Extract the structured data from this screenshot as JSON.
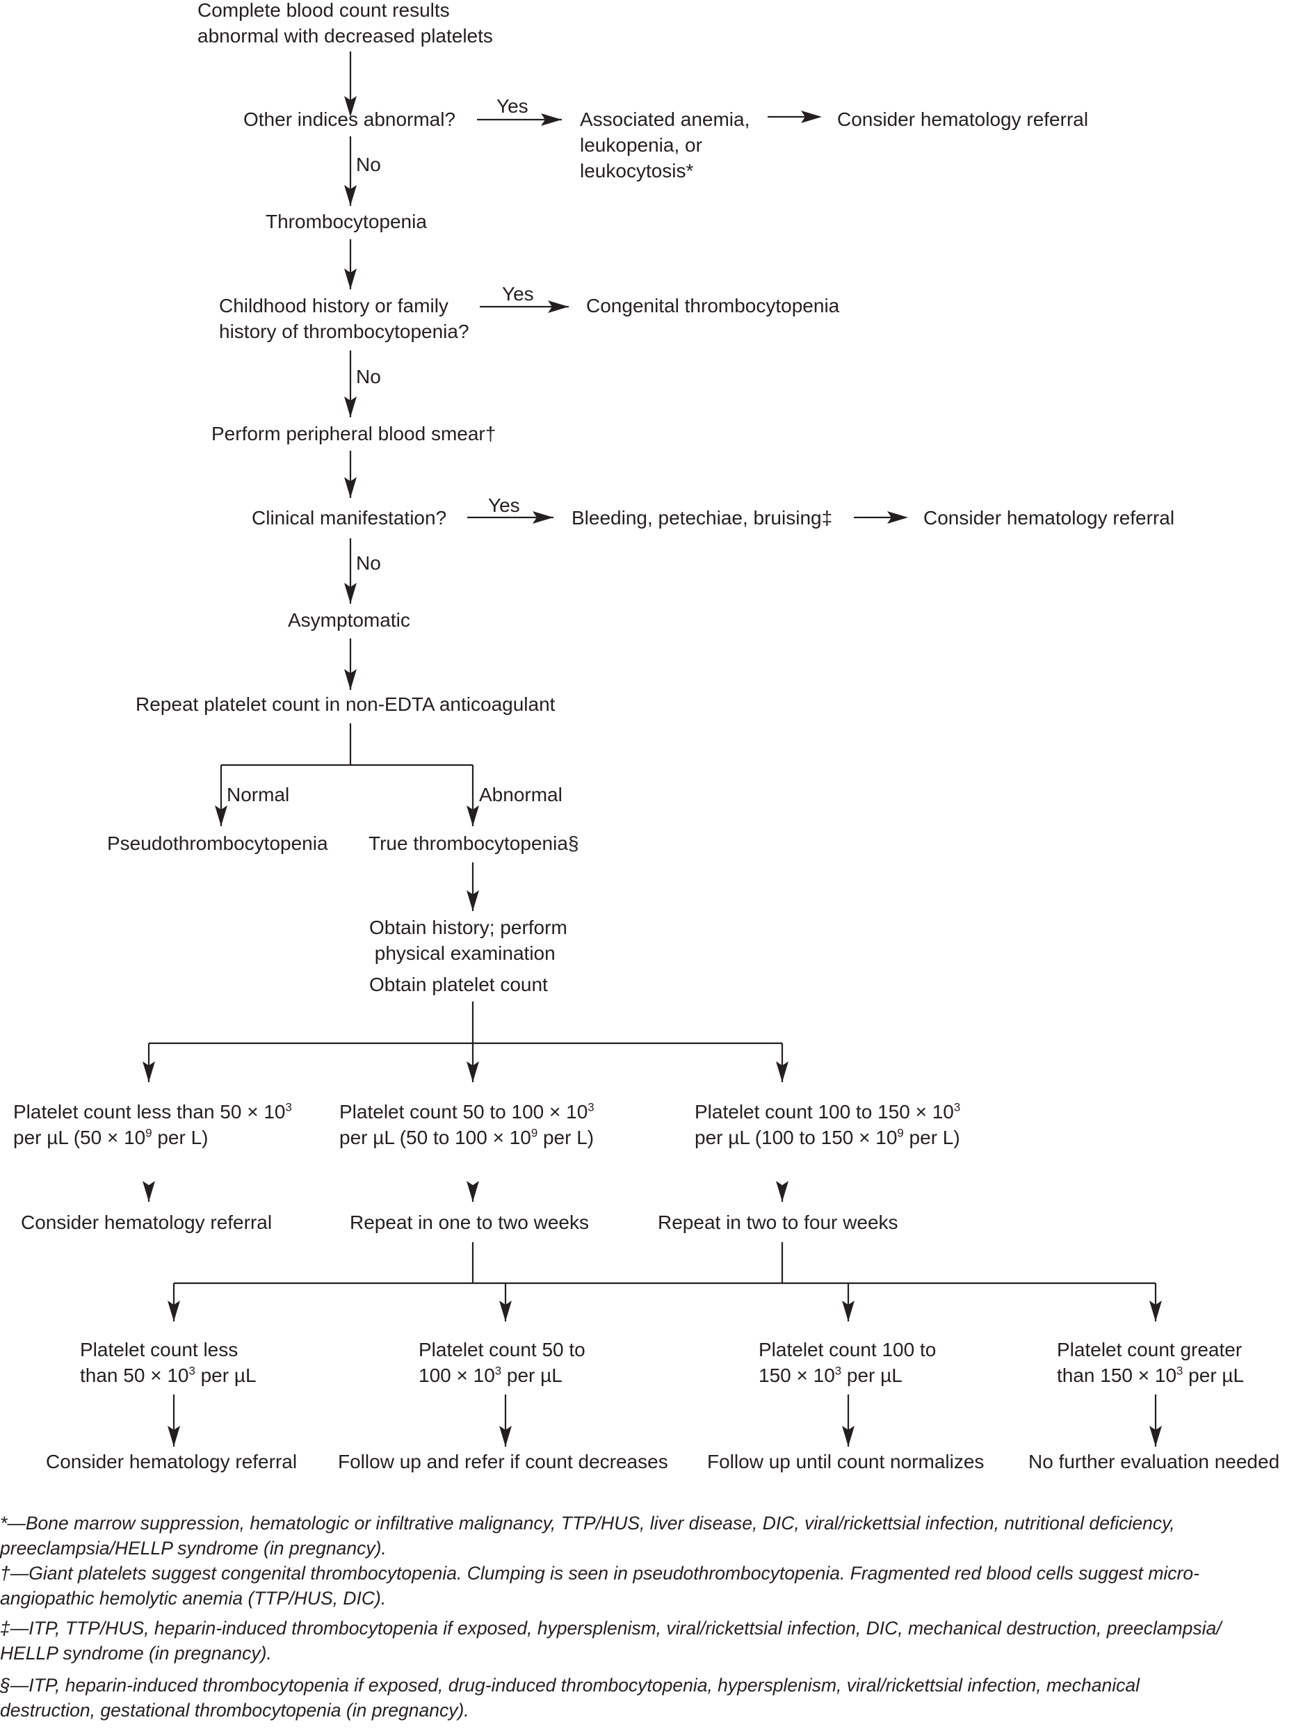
{
  "flowchart": {
    "start": "Complete blood count results\nabnormal with decreased platelets",
    "q_other_indices": "Other indices abnormal?",
    "yes_1": "Yes",
    "no_1": "No",
    "associated_findings": "Associated anemia,\nleukopenia, or\nleukocytosis*",
    "referral_1": "Consider hematology referral",
    "thrombocytopenia": "Thrombocytopenia",
    "q_history": "Childhood history or family\nhistory of thrombocytopenia?",
    "yes_2": "Yes",
    "no_2": "No",
    "congenital": "Congenital thrombocytopenia",
    "smear": "Perform peripheral blood smear†",
    "q_clinical": "Clinical manifestation?",
    "yes_3": "Yes",
    "no_3": "No",
    "bleeding": "Bleeding, petechiae, bruising‡",
    "referral_2": "Consider hematology referral",
    "asymptomatic": "Asymptomatic",
    "repeat_count": "Repeat platelet count in non-EDTA anticoagulant",
    "normal": "Normal",
    "abnormal": "Abnormal",
    "pseudo": "Pseudothrombocytopenia",
    "true_thrombo": "True thrombocytopenia§",
    "history_exam": "Obtain history; perform\n physical examination",
    "obtain_count": "Obtain platelet count",
    "range_low_a": "Platelet count less than 50 × 10",
    "range_low_b": "per µL (50 × 10",
    "range_low_c": " per L)",
    "range_mid_a": "Platelet count 50 to 100 × 10",
    "range_mid_b": "per µL (50 to 100 × 10",
    "range_mid_c": " per L)",
    "range_high_a": "Platelet count 100 to 150 × 10",
    "range_high_b": "per µL (100 to 150 × 10",
    "range_high_c": " per L)",
    "exp3": "3",
    "exp9": "9",
    "referral_3": "Consider hematology referral",
    "repeat_1_2": "Repeat in one to two weeks",
    "repeat_2_4": "Repeat in two to four weeks",
    "out1_a": "Platelet count less",
    "out1_b": "than 50 × 10",
    "out1_c": " per µL",
    "out2_a": "Platelet count 50 to",
    "out2_b": "100 × 10",
    "out2_c": " per µL",
    "out3_a": "Platelet count 100 to",
    "out3_b": "150 × 10",
    "out3_c": " per µL",
    "out4_a": "Platelet count greater",
    "out4_b": "than 150 × 10",
    "out4_c": " per µL",
    "final1": "Consider hematology referral",
    "final2": "Follow up and refer if count decreases",
    "final3": "Follow up until count normalizes",
    "final4": "No further evaluation needed"
  },
  "footnotes": {
    "f1": "*—Bone marrow suppression, hematologic or infiltrative malignancy, TTP/HUS, liver disease, DIC, viral/rickettsial infection, nutritional deficiency,\npreeclampsia/HELLP syndrome (in pregnancy).",
    "f2": "†—Giant platelets suggest congenital thrombocytopenia. Clumping is seen in pseudothrombocytopenia. Fragmented red blood cells suggest micro-\nangiopathic hemolytic anemia (TTP/HUS, DIC).",
    "f3": "‡—ITP, TTP/HUS, heparin-induced thrombocytopenia if exposed, hypersplenism, viral/rickettsial infection, DIC, mechanical destruction, preeclampsia/\nHELLP syndrome (in pregnancy).",
    "f4": "§—ITP, heparin-induced thrombocytopenia if exposed, drug-induced thrombocytopenia, hypersplenism, viral/rickettsial infection, mechanical\ndestruction, gestational thrombocytopenia (in pregnancy)."
  },
  "colors": {
    "ink": "#231f20",
    "background": "#ffffff"
  }
}
